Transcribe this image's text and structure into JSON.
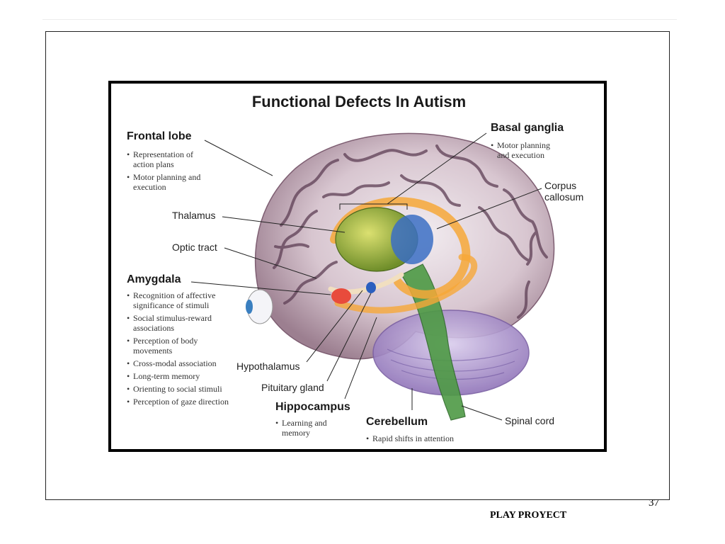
{
  "title": "Functional Defects In Autism",
  "regions": {
    "frontal_lobe": {
      "name": "Frontal lobe",
      "items": [
        "Representation of action plans",
        "Motor planning and execution"
      ]
    },
    "basal_ganglia": {
      "name": "Basal ganglia",
      "items": [
        "Motor planning and execution"
      ]
    },
    "corpus_callosum": {
      "name": "Corpus callosum"
    },
    "thalamus": {
      "name": "Thalamus"
    },
    "optic_tract": {
      "name": "Optic tract"
    },
    "amygdala": {
      "name": "Amygdala",
      "items": [
        "Recognition of affective significance of stimuli",
        "Social stimulus-reward associations",
        "Perception of body movements",
        "Cross-modal association",
        "Long-term memory",
        "Orienting to social stimuli",
        "Perception of gaze direction"
      ]
    },
    "hypothalamus": {
      "name": "Hypothalamus"
    },
    "pituitary_gland": {
      "name": "Pituitary gland"
    },
    "hippocampus": {
      "name": "Hippocampus",
      "items": [
        "Learning and memory"
      ]
    },
    "cerebellum": {
      "name": "Cerebellum",
      "items": [
        "Rapid shifts in attention"
      ]
    },
    "spinal_cord": {
      "name": "Spinal cord"
    }
  },
  "footer": "PLAY PROYECT",
  "page_number": "37",
  "colors": {
    "cortex": "#c9b3be",
    "cortex_fold": "#5e3f55",
    "thalamus": "#b8c23a",
    "basal_ganglia_blue": "#3b6fc4",
    "corpus_callosum": "#f6a838",
    "amygdala": "#e84b3c",
    "cerebellum": "#a892c9",
    "spinal_cord": "#4e9a45"
  }
}
